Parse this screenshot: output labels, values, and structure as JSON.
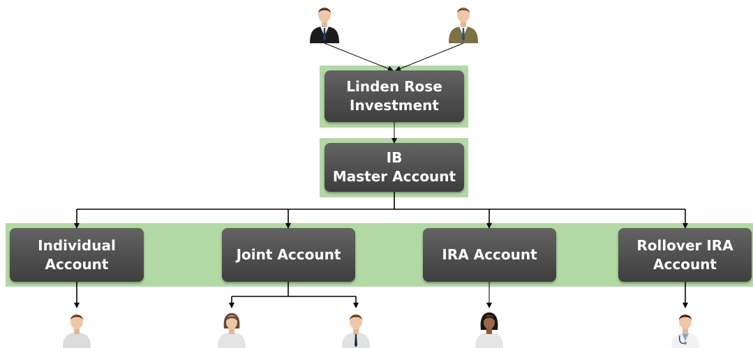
{
  "root": {
    "label": "Linden Rose\nInvestment"
  },
  "master": {
    "label": "IB\nMaster Account"
  },
  "accounts": [
    {
      "label": "Individual\nAccount",
      "holders": [
        "man-casual"
      ]
    },
    {
      "label": "Joint Account",
      "holders": [
        "woman",
        "man-tie"
      ]
    },
    {
      "label": "IRA Account",
      "holders": [
        "woman-dark-hair"
      ]
    },
    {
      "label": "Rollover IRA\nAccount",
      "holders": [
        "doctor"
      ]
    }
  ],
  "owners": [
    "businessman-black-suit",
    "businessman-olive-suit"
  ],
  "colors": {
    "band": "#b2d9a4",
    "box": "#4f4f4f",
    "text": "#ffffff",
    "line": "#000000"
  }
}
